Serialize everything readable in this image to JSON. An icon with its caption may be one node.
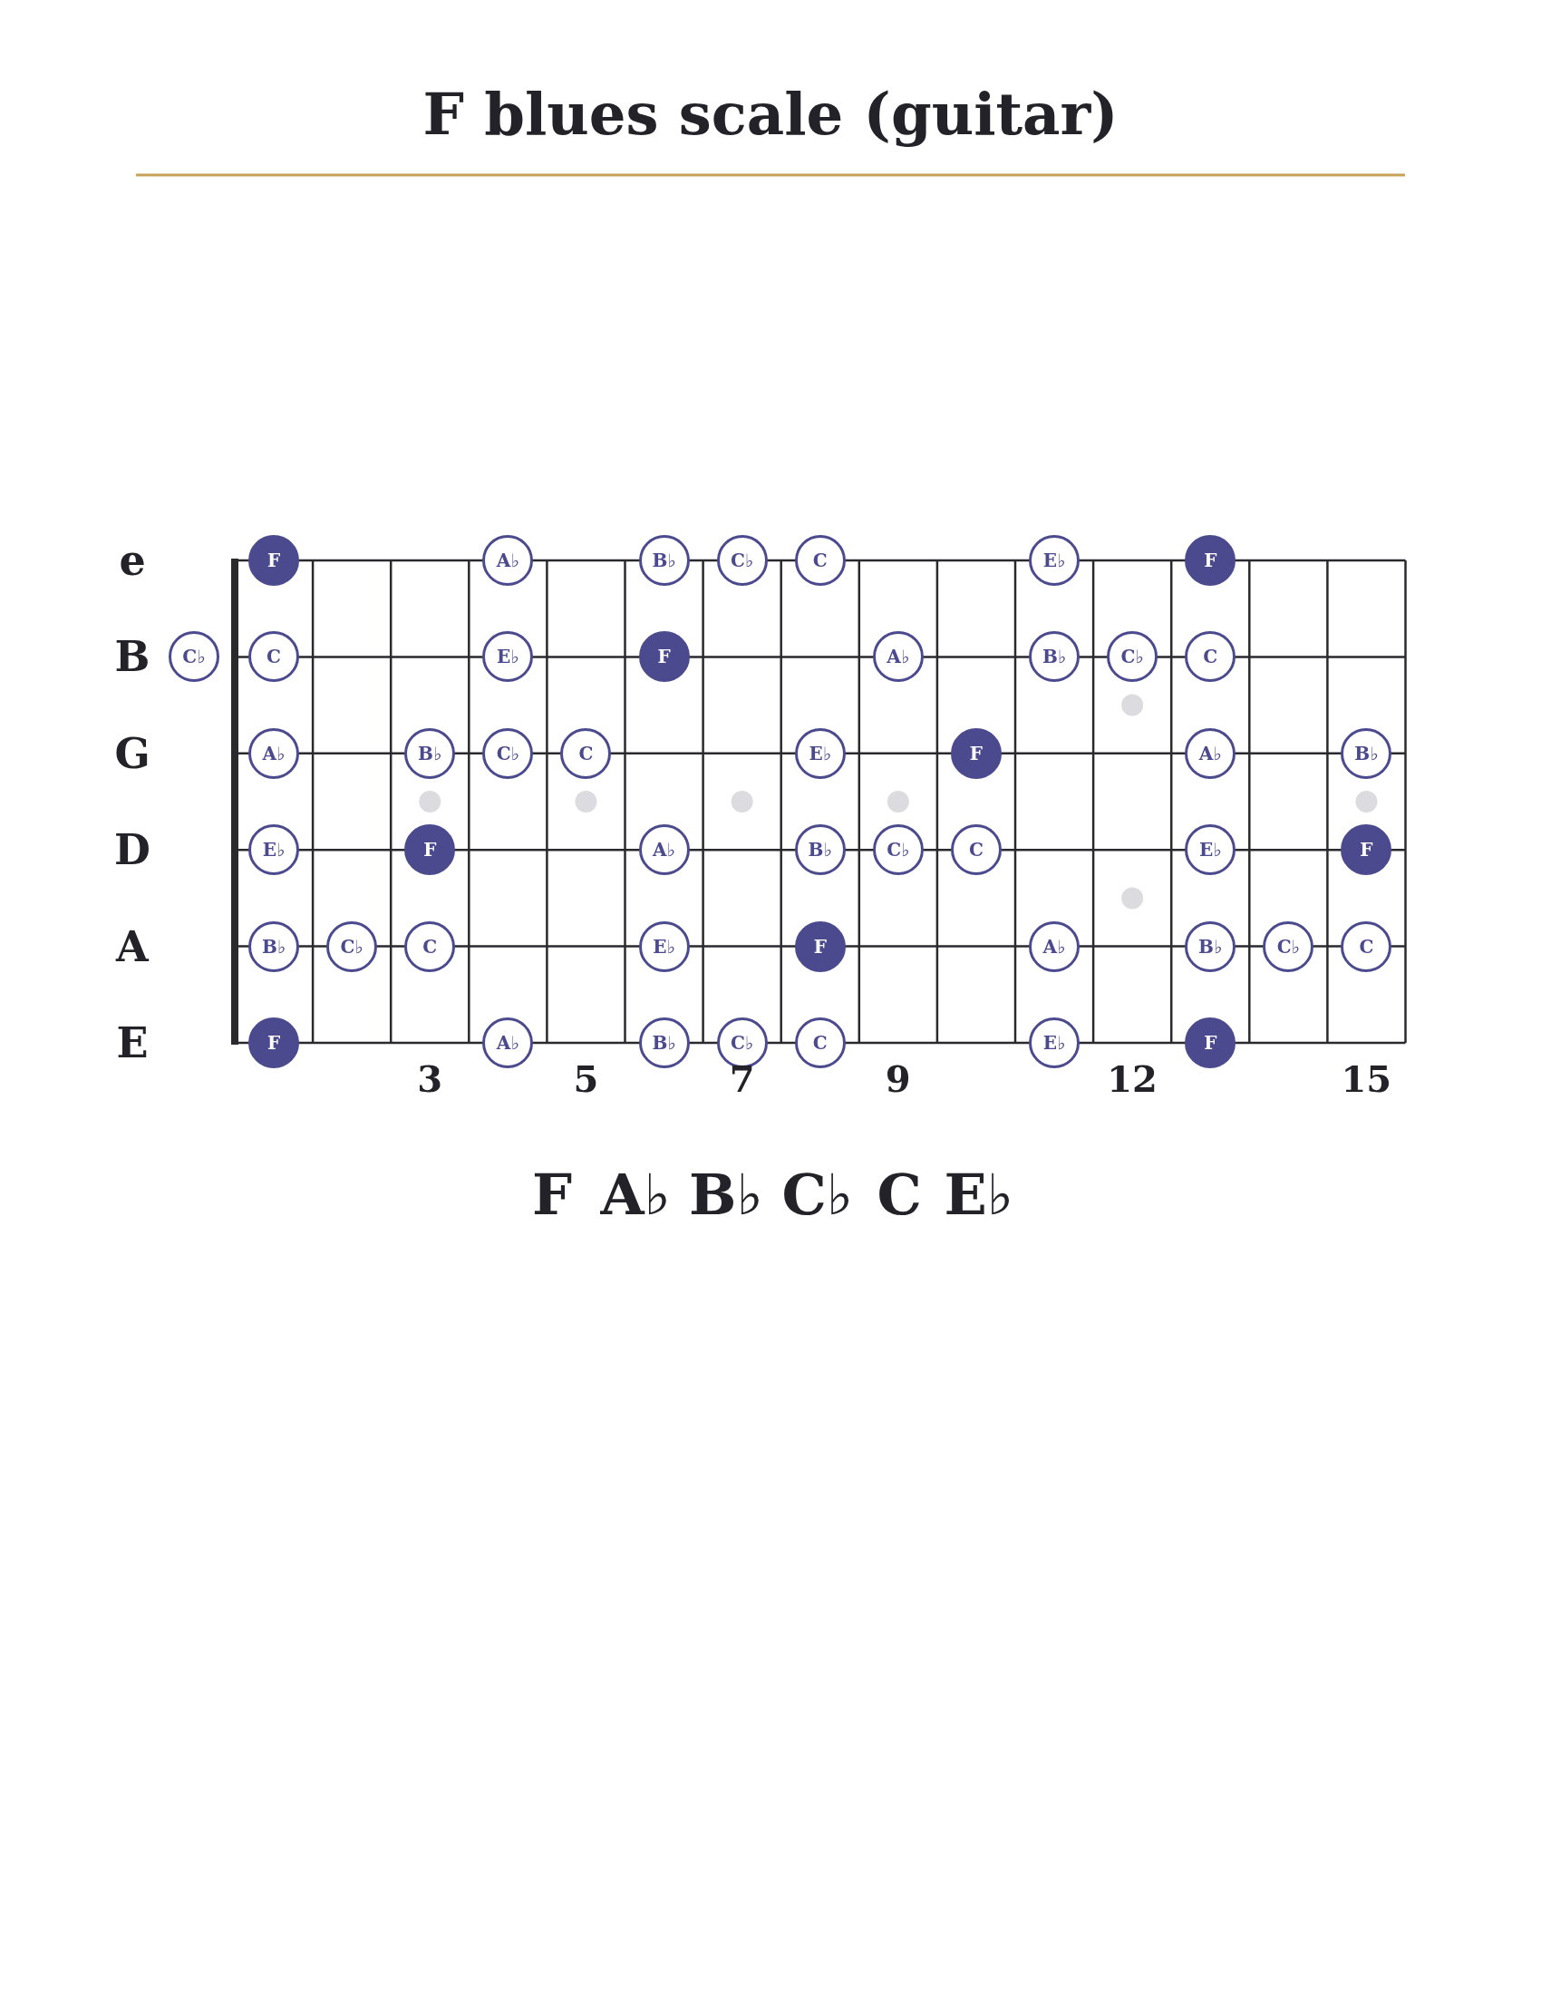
{
  "diagram": {
    "title": "F blues scale (guitar)",
    "nodes": [
      {
        "text": [
          "F"
        ]
      },
      {
        "text": [
          "A♭"
        ]
      },
      {
        "text": [
          "B♭"
        ]
      },
      {
        "text": [
          "C♭"
        ]
      },
      {
        "text": [
          "C"
        ]
      },
      {
        "text": [
          "E♭"
        ]
      },
      {
        "text": [
          "F"
        ]
      },
      {
        "text": [
          "C♭"
        ]
      },
      {
        "text": [
          "C"
        ]
      },
      {
        "text": [
          "E♭"
        ]
      },
      {
        "text": [
          "F"
        ]
      },
      {
        "text": [
          "A♭"
        ]
      },
      {
        "text": [
          "B♭"
        ]
      },
      {
        "text": [
          "C♭"
        ]
      },
      {
        "text": [
          "C"
        ]
      },
      {
        "text": [
          "A♭"
        ]
      },
      {
        "text": [
          "B♭"
        ]
      },
      {
        "text": [
          "C♭"
        ]
      },
      {
        "text": [
          "C"
        ]
      },
      {
        "text": [
          "E♭"
        ]
      },
      {
        "text": [
          "F"
        ]
      },
      {
        "text": [
          "A♭"
        ]
      },
      {
        "text": [
          "B♭"
        ]
      },
      {
        "text": [
          "E♭"
        ]
      },
      {
        "text": [
          "F"
        ]
      },
      {
        "text": [
          "A♭"
        ]
      },
      {
        "text": [
          "B♭"
        ]
      },
      {
        "text": [
          "C♭"
        ]
      },
      {
        "text": [
          "C"
        ]
      },
      {
        "text": [
          "E♭"
        ]
      },
      {
        "text": [
          "F"
        ]
      },
      {
        "text": [
          "B♭"
        ]
      },
      {
        "text": [
          "C♭"
        ]
      },
      {
        "text": [
          "C"
        ]
      },
      {
        "text": [
          "E♭"
        ]
      },
      {
        "text": [
          "F"
        ]
      },
      {
        "text": [
          "A♭"
        ]
      },
      {
        "text": [
          "B♭"
        ]
      },
      {
        "text": [
          "C♭"
        ]
      },
      {
        "text": [
          "C"
        ]
      },
      {
        "text": [
          "F"
        ]
      },
      {
        "text": [
          "A♭"
        ]
      },
      {
        "text": [
          "B♭"
        ]
      },
      {
        "text": [
          "C♭"
        ]
      },
      {
        "text": [
          "C"
        ]
      },
      {
        "text": [
          "E♭"
        ]
      },
      {
        "text": [
          "F"
        ]
      }
    ],
    "labels": [
      "e",
      "B",
      "G",
      "D",
      "A",
      "E",
      "3",
      "5",
      "7",
      "9",
      "12",
      "15",
      "F",
      "A♭",
      "B♭",
      "C♭",
      "C",
      "E♭"
    ]
  }
}
